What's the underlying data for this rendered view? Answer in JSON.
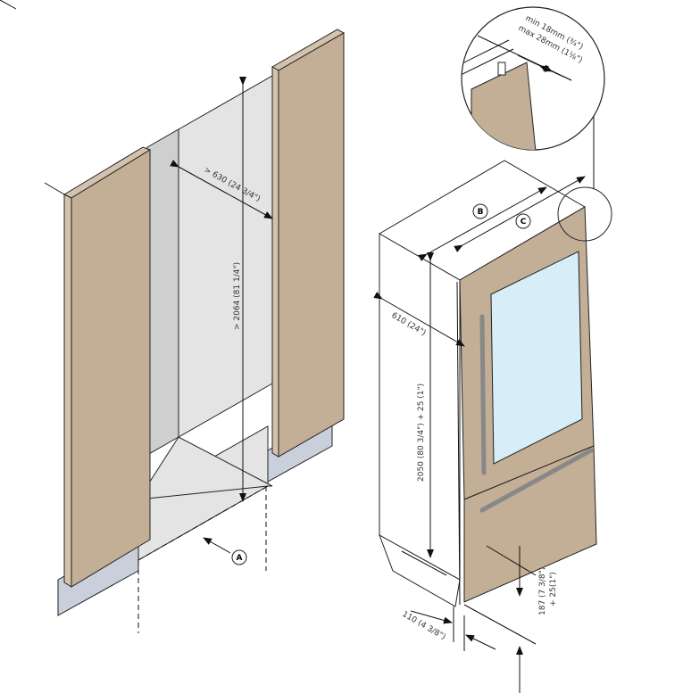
{
  "diagram": {
    "niche": {
      "width_label": "> 630 (24 3/4\")",
      "height_label": "> 2064 (81 1/4\")",
      "marker": "A"
    },
    "appliance": {
      "depth_label": "610 (24\")",
      "height_label": "2050 (80 3/4\") + 25 (1\")",
      "plinth_height_label_1": "187 (7 3/8\")",
      "plinth_height_label_2": "+ 25(1\")",
      "plinth_depth_label": "110 (4 3/8\")",
      "marker_b": "B",
      "marker_c": "C"
    },
    "detail": {
      "min_label": "min 18mm (¾\")",
      "max_label": "max 28mm (1⅛\")"
    },
    "colors": {
      "panel": "#c3ae96",
      "niche": "#e4e4e4",
      "glass": "#d7edf8",
      "plinth": "#c9d0dc"
    }
  }
}
